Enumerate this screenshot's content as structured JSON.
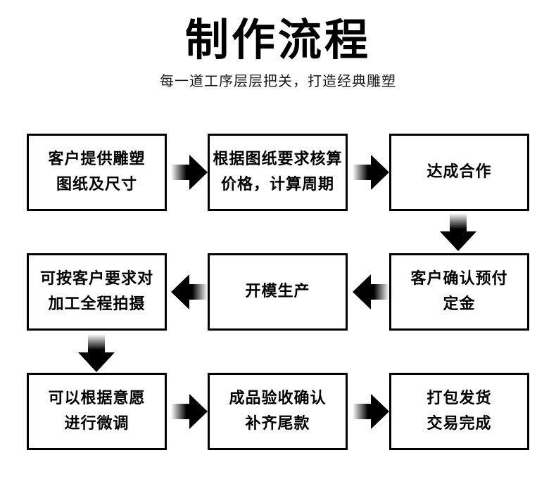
{
  "header": {
    "title": "制作流程",
    "subtitle": "每一道工序层层把关，打造经典雕塑"
  },
  "colors": {
    "background": "#ffffff",
    "text": "#000000",
    "box_border": "#000000",
    "arrow_fill": "#000000"
  },
  "flow": {
    "nodes": [
      {
        "id": "node-1",
        "lines": [
          "客户提供雕塑",
          "图纸及尺寸"
        ]
      },
      {
        "id": "node-2",
        "lines": [
          "根据图纸要求核算",
          "价格，计算周期"
        ]
      },
      {
        "id": "node-3",
        "lines": [
          "达成合作"
        ]
      },
      {
        "id": "node-4",
        "lines": [
          "可按客户要求对",
          "加工全程拍摄"
        ]
      },
      {
        "id": "node-5",
        "lines": [
          "开模生产"
        ]
      },
      {
        "id": "node-6",
        "lines": [
          "客户确认预付",
          "定金"
        ]
      },
      {
        "id": "node-7",
        "lines": [
          "可以根据意愿",
          "进行微调"
        ]
      },
      {
        "id": "node-8",
        "lines": [
          "成品验收确认",
          "补齐尾款"
        ]
      },
      {
        "id": "node-9",
        "lines": [
          "打包发货",
          "交易完成"
        ]
      }
    ],
    "arrows": [
      {
        "id": "arrow-1",
        "direction": "right",
        "from": "node-1",
        "to": "node-2"
      },
      {
        "id": "arrow-2",
        "direction": "right",
        "from": "node-2",
        "to": "node-3"
      },
      {
        "id": "arrow-3",
        "direction": "down",
        "from": "node-3",
        "to": "node-6"
      },
      {
        "id": "arrow-4",
        "direction": "left",
        "from": "node-6",
        "to": "node-5"
      },
      {
        "id": "arrow-5",
        "direction": "left",
        "from": "node-5",
        "to": "node-4"
      },
      {
        "id": "arrow-6",
        "direction": "down",
        "from": "node-4",
        "to": "node-7"
      },
      {
        "id": "arrow-7",
        "direction": "right",
        "from": "node-7",
        "to": "node-8"
      },
      {
        "id": "arrow-8",
        "direction": "right",
        "from": "node-8",
        "to": "node-9"
      }
    ]
  }
}
